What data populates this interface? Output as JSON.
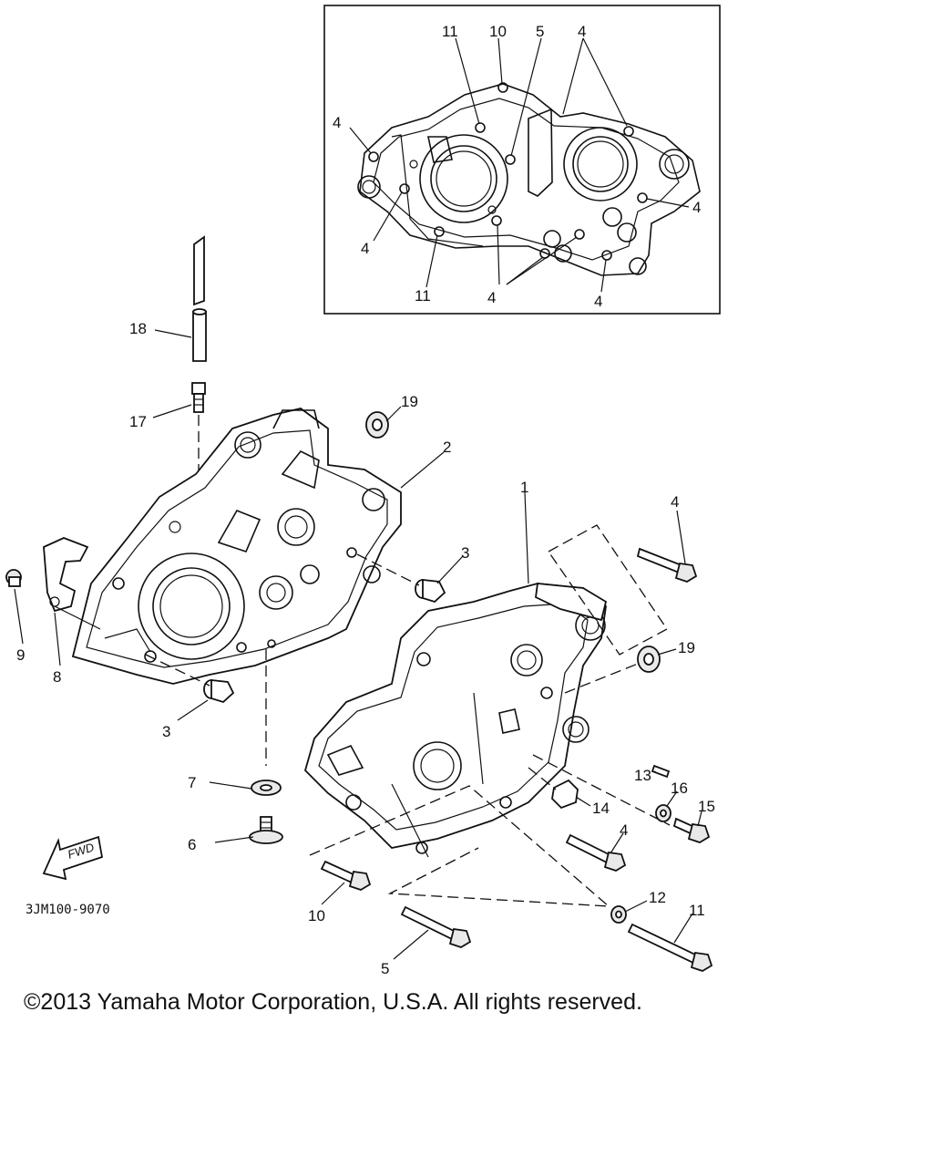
{
  "diagram_code": "3JM100-9070",
  "fwd_label": "FWD",
  "copyright": "©2013 Yamaha Motor Corporation, U.S.A. All rights reserved.",
  "inset_callouts": [
    "11",
    "10",
    "5",
    "4",
    "4",
    "4",
    "4",
    "11",
    "4",
    "4"
  ],
  "callouts": {
    "c18": "18",
    "c17": "17",
    "c19a": "19",
    "c2": "2",
    "c1": "1",
    "c4a": "4",
    "c3a": "3",
    "c19b": "19",
    "c9": "9",
    "c8": "8",
    "c3b": "3",
    "c7": "7",
    "c6": "6",
    "c13": "13",
    "c16": "16",
    "c15": "15",
    "c14": "14",
    "c4b": "4",
    "c10": "10",
    "c12": "12",
    "c11": "11",
    "c5": "5"
  }
}
